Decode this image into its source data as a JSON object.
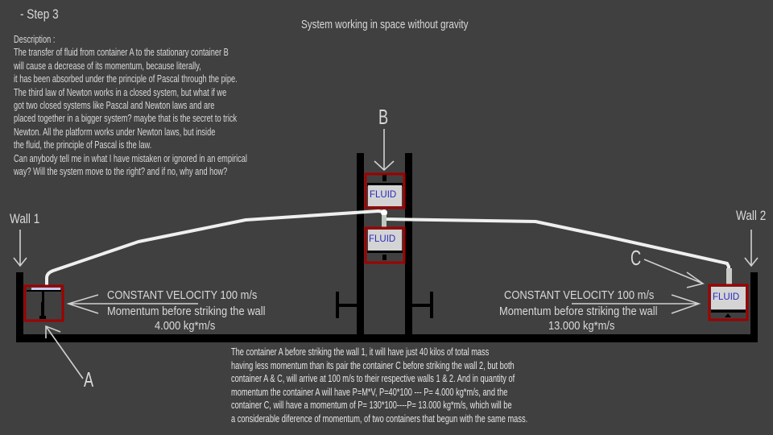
{
  "step": "- Step 3",
  "title": "System working in space without gravity",
  "description": [
    "Description :",
    "The transfer of fluid from container A to the stationary container B",
    "will cause a decrease of its momentum, because literally,",
    "it has been absorbed under the principle of Pascal through the pipe.",
    "The third law of Newton works in a closed system, but what if we",
    "got two closed systems like Pascal and Newton laws and are",
    "placed together in a bigger system? maybe that is the secret to trick",
    "Newton. All the platform works under Newton laws, but inside",
    "the fluid, the principle of Pascal is the law.",
    "Can anybody tell me in what I have mistaken or ignored in an empirical",
    "way? Will the system move to the right? and if no, why and how?"
  ],
  "labels": {
    "wall1": "Wall 1",
    "wall2": "Wall 2",
    "a": "A",
    "b": "B",
    "c": "C",
    "fluid": "FLUID"
  },
  "left_info": {
    "velocity": "CONSTANT VELOCITY 100 m/s",
    "momentum_label": "Momentum before striking the wall",
    "momentum_value": "4.000 kg*m/s"
  },
  "right_info": {
    "velocity": "CONSTANT VELOCITY 100 m/s",
    "momentum_label": "Momentum before striking the wall",
    "momentum_value": "13.000 kg*m/s"
  },
  "bottom_text": [
    "The container A before striking the wall 1, it will have just 40 kilos of total mass",
    "having less momentum than its pair the container C before striking the wall 2, but both",
    "container A & C, will arrive at 100 m/s to their respective walls 1 & 2. And in quantity of",
    "momentum the container A will have  P=M*V, P=40*100 --- P= 4.000  kg*m/s, and the",
    "container C, will have a momentum of P= 130*100----P= 13.000 kg*m/s, which will be",
    "a considerable diference of momentum, of two containers that begun with the same mass."
  ],
  "colors": {
    "background": "#404040",
    "container_border": "#a00000",
    "fluid_text": "#2a2ac0",
    "fluid_fill": "#d4d4d4",
    "structure": "#000000",
    "pipe": "#f0f0f0"
  }
}
